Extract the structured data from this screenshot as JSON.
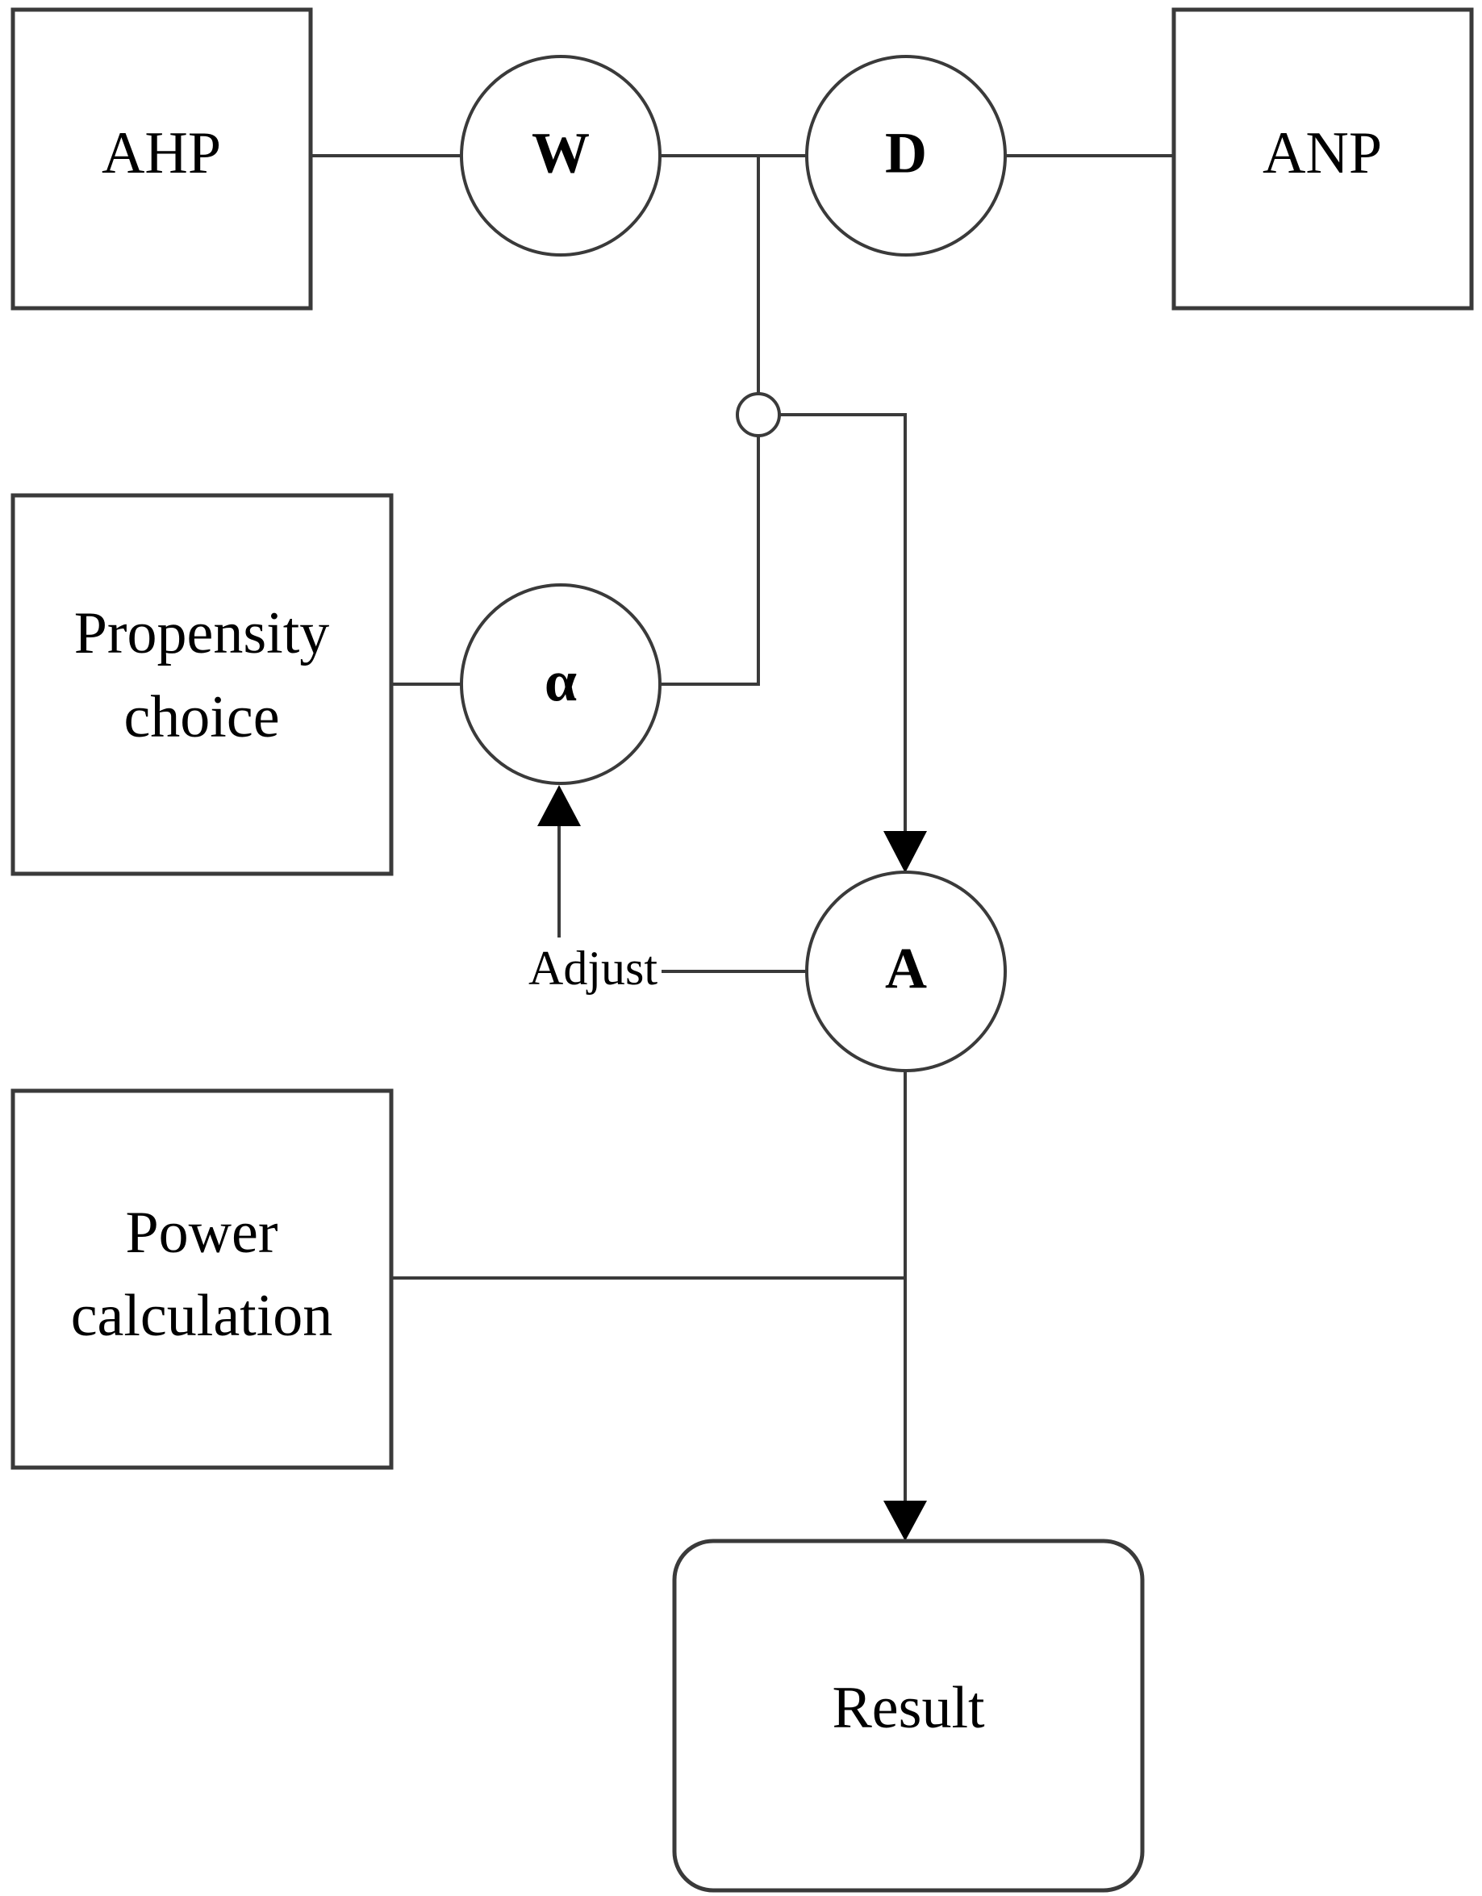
{
  "boxes": {
    "ahp": "AHP",
    "anp": "ANP",
    "propensity": [
      "Propensity",
      "choice"
    ],
    "power": [
      "Power",
      "calculation"
    ],
    "result": "Result"
  },
  "nodes": {
    "w": "W",
    "d": "D",
    "alpha": "α",
    "a": "A"
  },
  "labels": {
    "adjust": "Adjust"
  },
  "colors": {
    "stroke": "#3a3a3a",
    "arrow": "#000000",
    "background": "#ffffff"
  }
}
